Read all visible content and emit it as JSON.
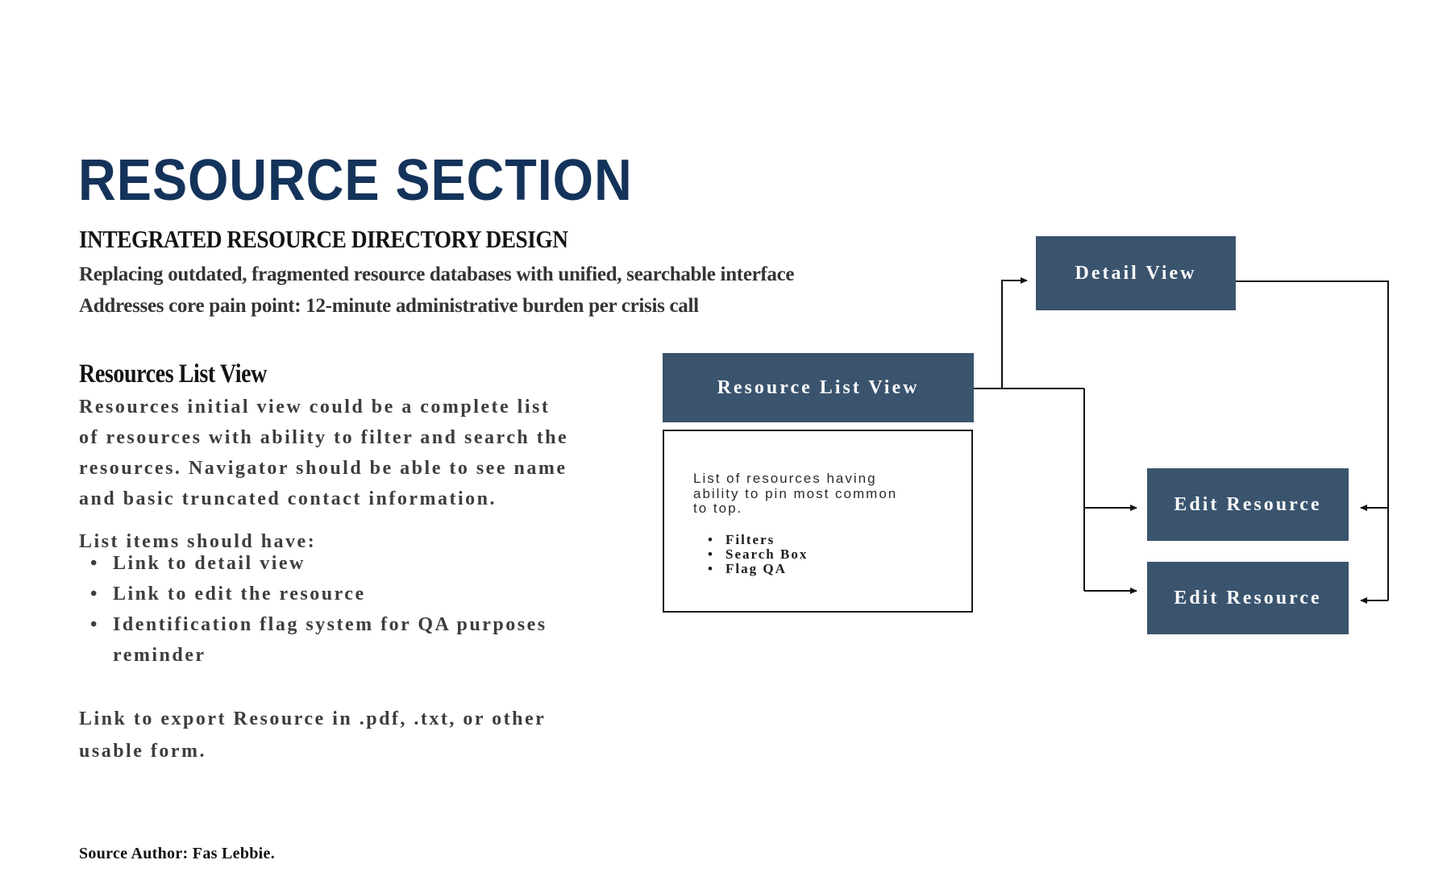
{
  "page": {
    "title": "RESOURCE SECTION",
    "source_credit": "Source Author: Fas Lebbie."
  },
  "overview": {
    "heading": "INTEGRATED RESOURCE DIRECTORY DESIGN",
    "intro_lines": [
      "Replacing outdated, fragmented resource databases with unified, searchable interface",
      "Addresses core pain point: 12-minute administrative burden per crisis call"
    ]
  },
  "list_view_section": {
    "heading": "Resources List View",
    "description_lines": [
      "Resources initial view could be a complete list",
      "of resources with ability to filter and search the",
      "resources. Navigator should be able to see name",
      "and basic truncated contact information."
    ],
    "list_intro": "List items should have:",
    "list_items": [
      "Link to detail view",
      "Link to edit the resource",
      [
        "Identification flag system for QA purposes",
        "reminder"
      ]
    ],
    "export_lines": [
      "Link to export Resource in .pdf, .txt, or other",
      "usable form."
    ]
  },
  "diagram": {
    "detail_view": {
      "label": "Detail View"
    },
    "resource_list_view": {
      "label": "Resource List View"
    },
    "note_box": {
      "text_lines": [
        "List of resources having",
        "ability to pin most common",
        "to top."
      ],
      "items": [
        "Filters",
        "Search Box",
        "Flag QA"
      ]
    },
    "edit_resource_top": {
      "label": "Edit Resource"
    },
    "edit_resource_bottom": {
      "label": "Edit Resource"
    }
  },
  "colors": {
    "title_navy": "#14335A",
    "node_blue": "#3A546E",
    "connector_black": "#111111",
    "body_text": "#3D3D3D"
  }
}
